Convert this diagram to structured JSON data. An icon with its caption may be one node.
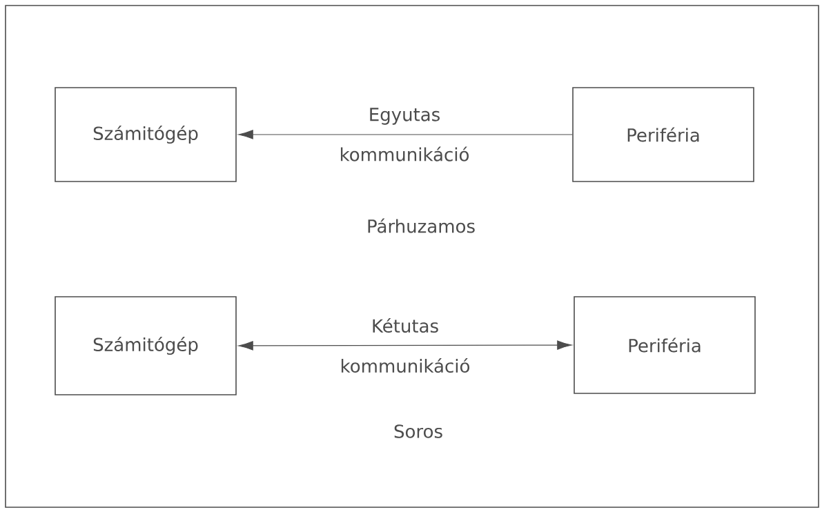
{
  "diagram": {
    "nodes": [
      {
        "text": [
          "Számitógép"
        ]
      },
      {
        "text": [
          "Periféria"
        ]
      },
      {
        "text": [
          "Számitógép"
        ]
      },
      {
        "text": [
          "Periféria"
        ]
      }
    ],
    "edges": [
      {
        "from": 1,
        "to": 0,
        "arrow": "to",
        "label": "Egyutas kommunikáció"
      },
      {
        "from": 2,
        "to": 3,
        "arrow": "both",
        "label": "Kétutas kommunikáció"
      }
    ],
    "labels": [
      "Párhuzamos",
      "Soros"
    ]
  }
}
